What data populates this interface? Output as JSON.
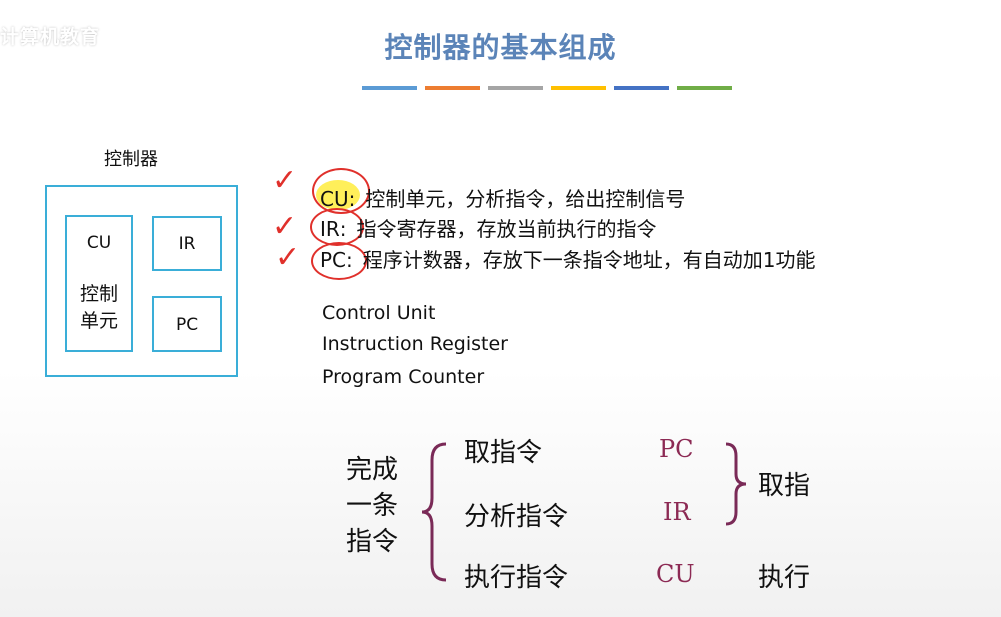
{
  "watermark": "计算机教育",
  "title": "控制器的基本组成",
  "color_bars": [
    "#5b9bd5",
    "#ed7d31",
    "#a5a5a5",
    "#ffc000",
    "#4472c4",
    "#70ad47"
  ],
  "diagram": {
    "label": "控制器",
    "cu": "CU",
    "cu_desc_1": "控制",
    "cu_desc_2": "单元",
    "ir": "IR",
    "pc": "PC"
  },
  "definitions": [
    {
      "abbr": "CU",
      "sep": ":",
      "text": "控制单元，分析指令，给出控制信号"
    },
    {
      "abbr": "IR",
      "sep": ":",
      "text": "指令寄存器，存放当前执行的指令"
    },
    {
      "abbr": "PC",
      "sep": ":",
      "text": "程序计数器，存放下一条指令地址，有自动加1功能"
    }
  ],
  "english": [
    "Control Unit",
    "Instruction Register",
    "Program Counter"
  ],
  "steps": {
    "left_1": "完成",
    "left_2": "一条",
    "left_3": "指令",
    "rows": [
      {
        "action": "取指令",
        "reg": "PC"
      },
      {
        "action": "分析指令",
        "reg": "IR"
      },
      {
        "action": "执行指令",
        "reg": "CU"
      }
    ],
    "group_fetch": "取指",
    "group_exec": "执行"
  }
}
